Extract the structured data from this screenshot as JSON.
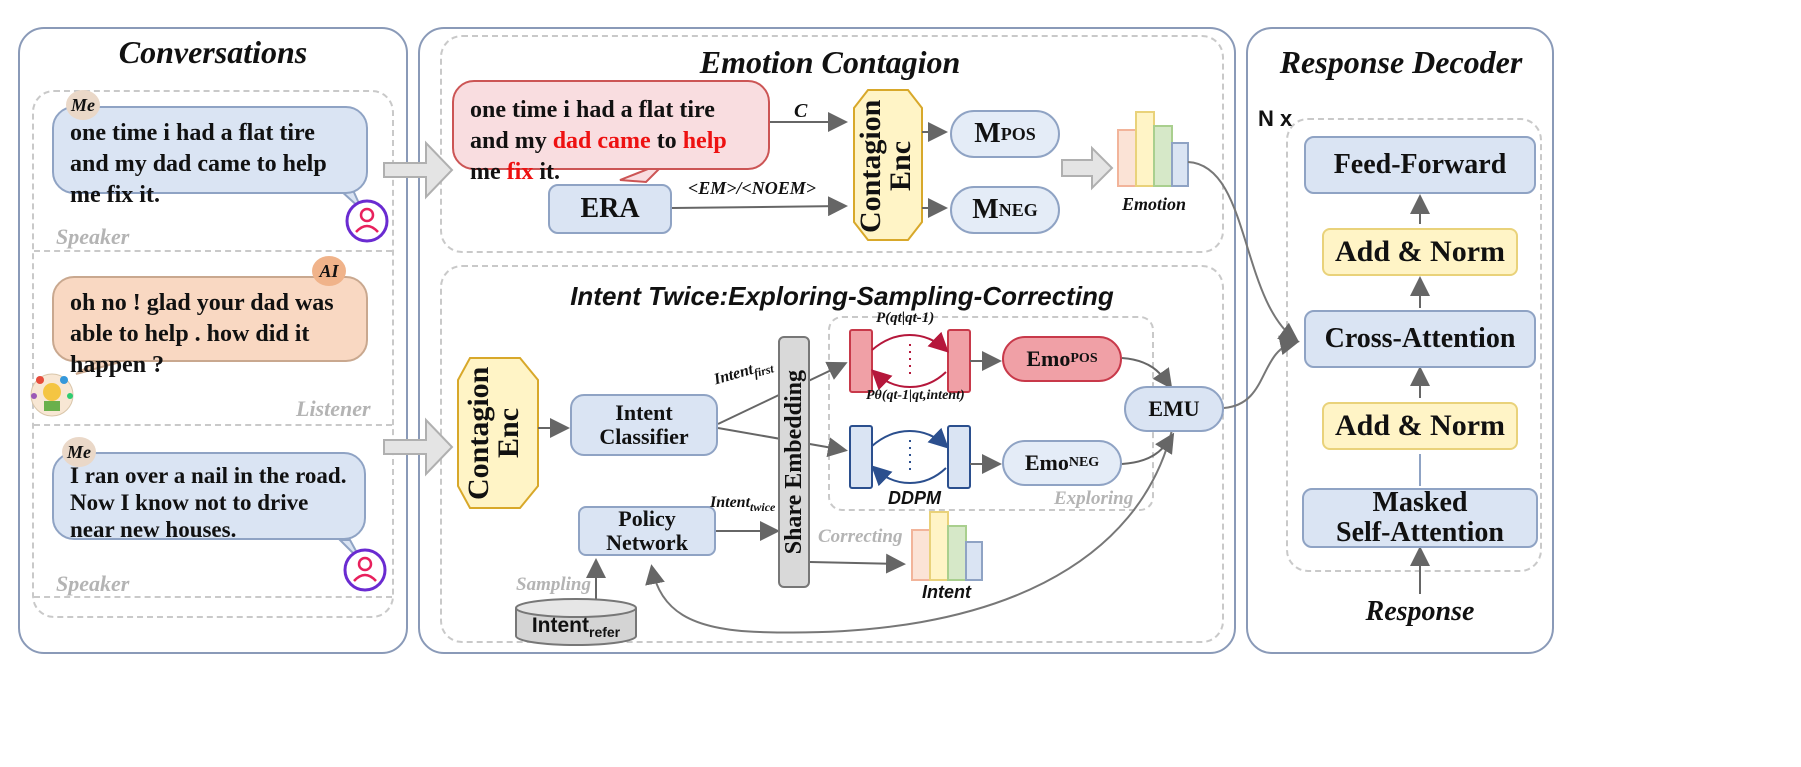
{
  "conversations": {
    "title": "Conversations",
    "turns": [
      {
        "tag": "Me",
        "text": "one time i had a flat tire and my dad came to help me fix it.",
        "role": "Speaker"
      },
      {
        "tag": "AI",
        "text": "oh no ! glad your dad was able to help . how did it happen ?",
        "role": "Listener"
      },
      {
        "tag": "Me",
        "text": "I ran over a nail in the  road. Now I know not to drive near new houses.",
        "role": "Speaker"
      }
    ]
  },
  "emotion_contagion": {
    "title": "Emotion Contagion",
    "utterance_parts": [
      "one time i had a flat tire and my ",
      "dad came",
      " to ",
      "help",
      " me ",
      "fix",
      " it."
    ],
    "c_label": "C",
    "era": "ERA",
    "era_label": "<EM>/<NOEM>",
    "encoder": "Contagion Enc",
    "m_pos": {
      "base": "M",
      "sub": "POS"
    },
    "m_neg": {
      "base": "M",
      "sub": "NEG"
    },
    "emotion_label": "Emotion"
  },
  "intent": {
    "title": "Intent Twice:Exploring-Sampling-Correcting",
    "encoder": "Contagion Enc",
    "classifier": "Intent Classifier",
    "intent_first": {
      "base": "Intent",
      "sub": "first"
    },
    "intent_twice": {
      "base": "Intent",
      "sub": "twice"
    },
    "policy": "Policy Network",
    "share_embedding": "Share Embedding",
    "formula_top": "P(qt|qt-1)",
    "formula_bottom": "Pθ(qt-1|qt,intent)",
    "ddpm": "DDPM",
    "exploring": "Exploring",
    "correcting": "Correcting",
    "sampling": "Sampling",
    "intent_refer": {
      "base": "Intent",
      "sub": "refer"
    },
    "emo_pos": {
      "base": "Emo",
      "sub": "POS"
    },
    "emo_neg": {
      "base": "Emo",
      "sub": "NEG"
    },
    "emu": "EMU",
    "intent_label": "Intent"
  },
  "decoder": {
    "title": "Response Decoder",
    "nx": "N x",
    "feed_forward": "Feed-Forward",
    "add_norm_top": "Add & Norm",
    "cross_attention": "Cross-Attention",
    "add_norm_bottom": "Add & Norm",
    "masked_line1": "Masked",
    "masked_line2": "Self-Attention",
    "response": "Response"
  },
  "colors": {
    "panel_border": "#8a9ab8",
    "blue_fill": "#dae4f3",
    "pink_fill": "#f9dde0",
    "yellow_fill": "#fff4c6",
    "red_text": "#e11111"
  }
}
